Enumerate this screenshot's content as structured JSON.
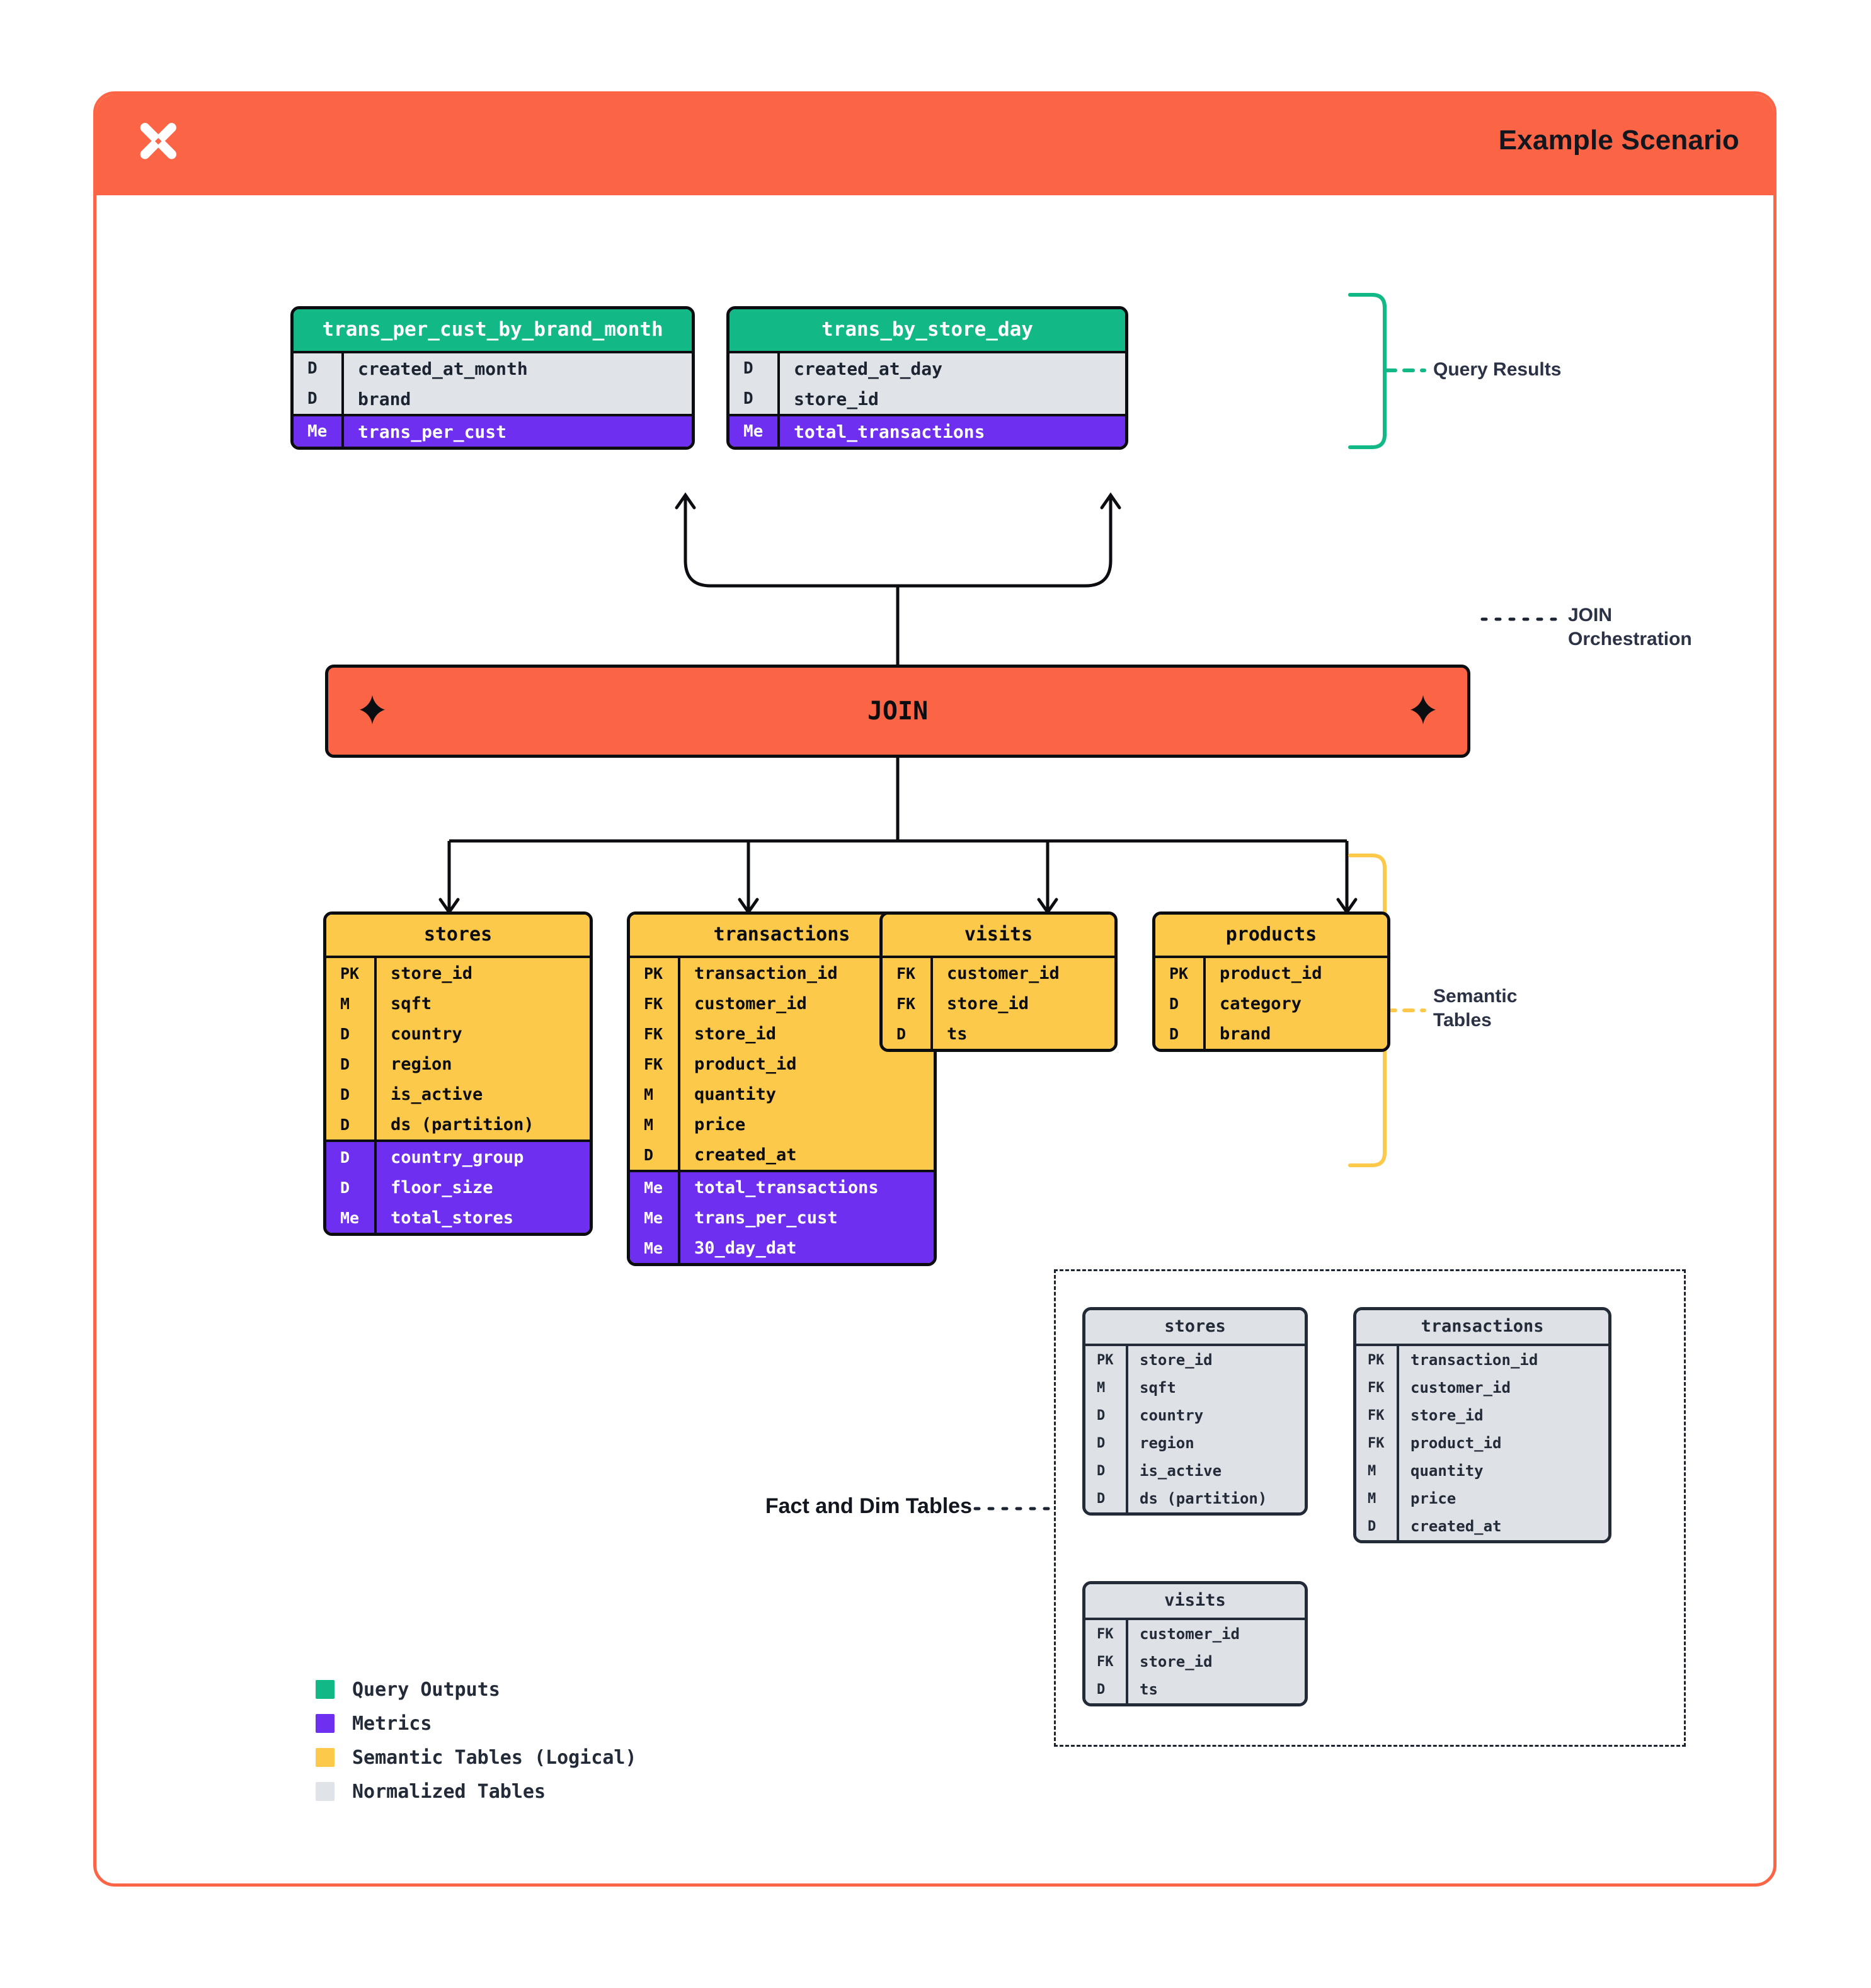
{
  "header": {
    "title": "Example Scenario",
    "logo_icon": "x-sparkle-logo"
  },
  "query_results": {
    "annotation": "Query Results",
    "tables": [
      {
        "name": "trans_per_cust_by_brand_month",
        "base_rows": [
          {
            "key": "D",
            "value": "created_at_month"
          },
          {
            "key": "D",
            "value": "brand"
          }
        ],
        "metric_rows": [
          {
            "key": "Me",
            "value": "trans_per_cust"
          }
        ]
      },
      {
        "name": "trans_by_store_day",
        "base_rows": [
          {
            "key": "D",
            "value": "created_at_day"
          },
          {
            "key": "D",
            "value": "store_id"
          }
        ],
        "metric_rows": [
          {
            "key": "Me",
            "value": "total_transactions"
          }
        ]
      }
    ]
  },
  "join": {
    "label": "JOIN",
    "annotation_line1": "JOIN",
    "annotation_line2": "Orchestration",
    "sparkle_icon": "four-point-star-icon"
  },
  "semantic_tables": {
    "annotation_line1": "Semantic",
    "annotation_line2": "Tables",
    "tables": [
      {
        "name": "stores",
        "base_rows": [
          {
            "key": "PK",
            "value": "store_id"
          },
          {
            "key": "M",
            "value": "sqft"
          },
          {
            "key": "D",
            "value": "country"
          },
          {
            "key": "D",
            "value": "region"
          },
          {
            "key": "D",
            "value": "is_active"
          },
          {
            "key": "D",
            "value": "ds (partition)"
          }
        ],
        "metric_rows": [
          {
            "key": "D",
            "value": "country_group"
          },
          {
            "key": "D",
            "value": "floor_size"
          },
          {
            "key": "Me",
            "value": "total_stores"
          }
        ]
      },
      {
        "name": "transactions",
        "base_rows": [
          {
            "key": "PK",
            "value": "transaction_id"
          },
          {
            "key": "FK",
            "value": "customer_id"
          },
          {
            "key": "FK",
            "value": "store_id"
          },
          {
            "key": "FK",
            "value": "product_id"
          },
          {
            "key": "M",
            "value": "quantity"
          },
          {
            "key": "M",
            "value": "price"
          },
          {
            "key": "D",
            "value": "created_at"
          }
        ],
        "metric_rows": [
          {
            "key": "Me",
            "value": "total_transactions"
          },
          {
            "key": "Me",
            "value": "trans_per_cust"
          },
          {
            "key": "Me",
            "value": "30_day_dat"
          }
        ]
      },
      {
        "name": "visits",
        "base_rows": [
          {
            "key": "FK",
            "value": "customer_id"
          },
          {
            "key": "FK",
            "value": "store_id"
          },
          {
            "key": "D",
            "value": "ts"
          }
        ],
        "metric_rows": []
      },
      {
        "name": "products",
        "base_rows": [
          {
            "key": "PK",
            "value": "product_id"
          },
          {
            "key": "D",
            "value": "category"
          },
          {
            "key": "D",
            "value": "brand"
          }
        ],
        "metric_rows": []
      }
    ]
  },
  "fact_dim": {
    "annotation": "Fact and Dim Tables",
    "tables": [
      {
        "name": "stores",
        "base_rows": [
          {
            "key": "PK",
            "value": "store_id"
          },
          {
            "key": "M",
            "value": "sqft"
          },
          {
            "key": "D",
            "value": "country"
          },
          {
            "key": "D",
            "value": "region"
          },
          {
            "key": "D",
            "value": "is_active"
          },
          {
            "key": "D",
            "value": "ds (partition)"
          }
        ]
      },
      {
        "name": "transactions",
        "base_rows": [
          {
            "key": "PK",
            "value": "transaction_id"
          },
          {
            "key": "FK",
            "value": "customer_id"
          },
          {
            "key": "FK",
            "value": "store_id"
          },
          {
            "key": "FK",
            "value": "product_id"
          },
          {
            "key": "M",
            "value": "quantity"
          },
          {
            "key": "M",
            "value": "price"
          },
          {
            "key": "D",
            "value": "created_at"
          }
        ]
      },
      {
        "name": "visits",
        "base_rows": [
          {
            "key": "FK",
            "value": "customer_id"
          },
          {
            "key": "FK",
            "value": "store_id"
          },
          {
            "key": "D",
            "value": "ts"
          }
        ]
      }
    ]
  },
  "legend": {
    "items": [
      {
        "label": "Query Outputs",
        "color": "#12b886"
      },
      {
        "label": "Metrics",
        "color": "#6f2ff0"
      },
      {
        "label": "Semantic Tables (Logical)",
        "color": "#fcc94a"
      },
      {
        "label": "Normalized Tables",
        "color": "#e0e4e8"
      }
    ]
  },
  "colors": {
    "brand_orange": "#fb6444",
    "green": "#12b886",
    "purple": "#6f2ff0",
    "yellow": "#fcc94a",
    "grey": "#dee2e6",
    "ink": "#1b2430"
  }
}
